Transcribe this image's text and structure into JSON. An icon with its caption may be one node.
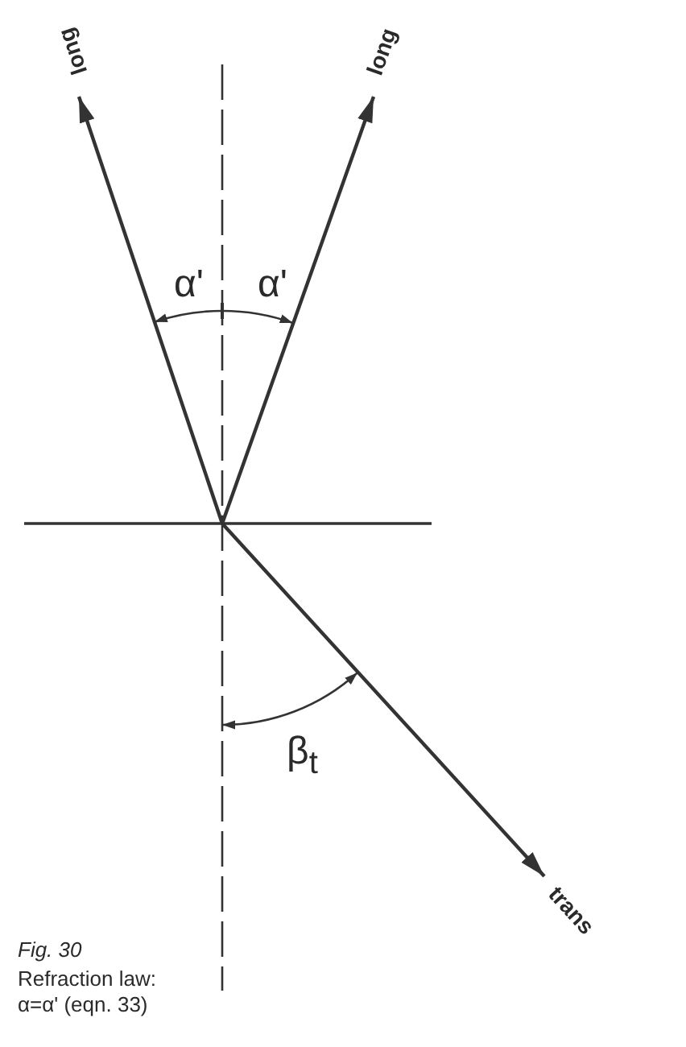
{
  "diagram": {
    "title": "Fig. 30",
    "caption": "Refraction law: α=α' (eqn. 33)",
    "nodes": [
      {
        "text": [
          "long"
        ]
      },
      {
        "text": [
          "long"
        ]
      },
      {
        "text": [
          "trans"
        ]
      }
    ],
    "edges": [
      {
        "from": null,
        "to": 0,
        "arrow": "to"
      },
      {
        "from": null,
        "to": 1,
        "arrow": "to"
      },
      {
        "from": null,
        "to": 2,
        "arrow": "to"
      }
    ],
    "labels": [
      "α'",
      "α'",
      "β$_{t}$"
    ]
  }
}
